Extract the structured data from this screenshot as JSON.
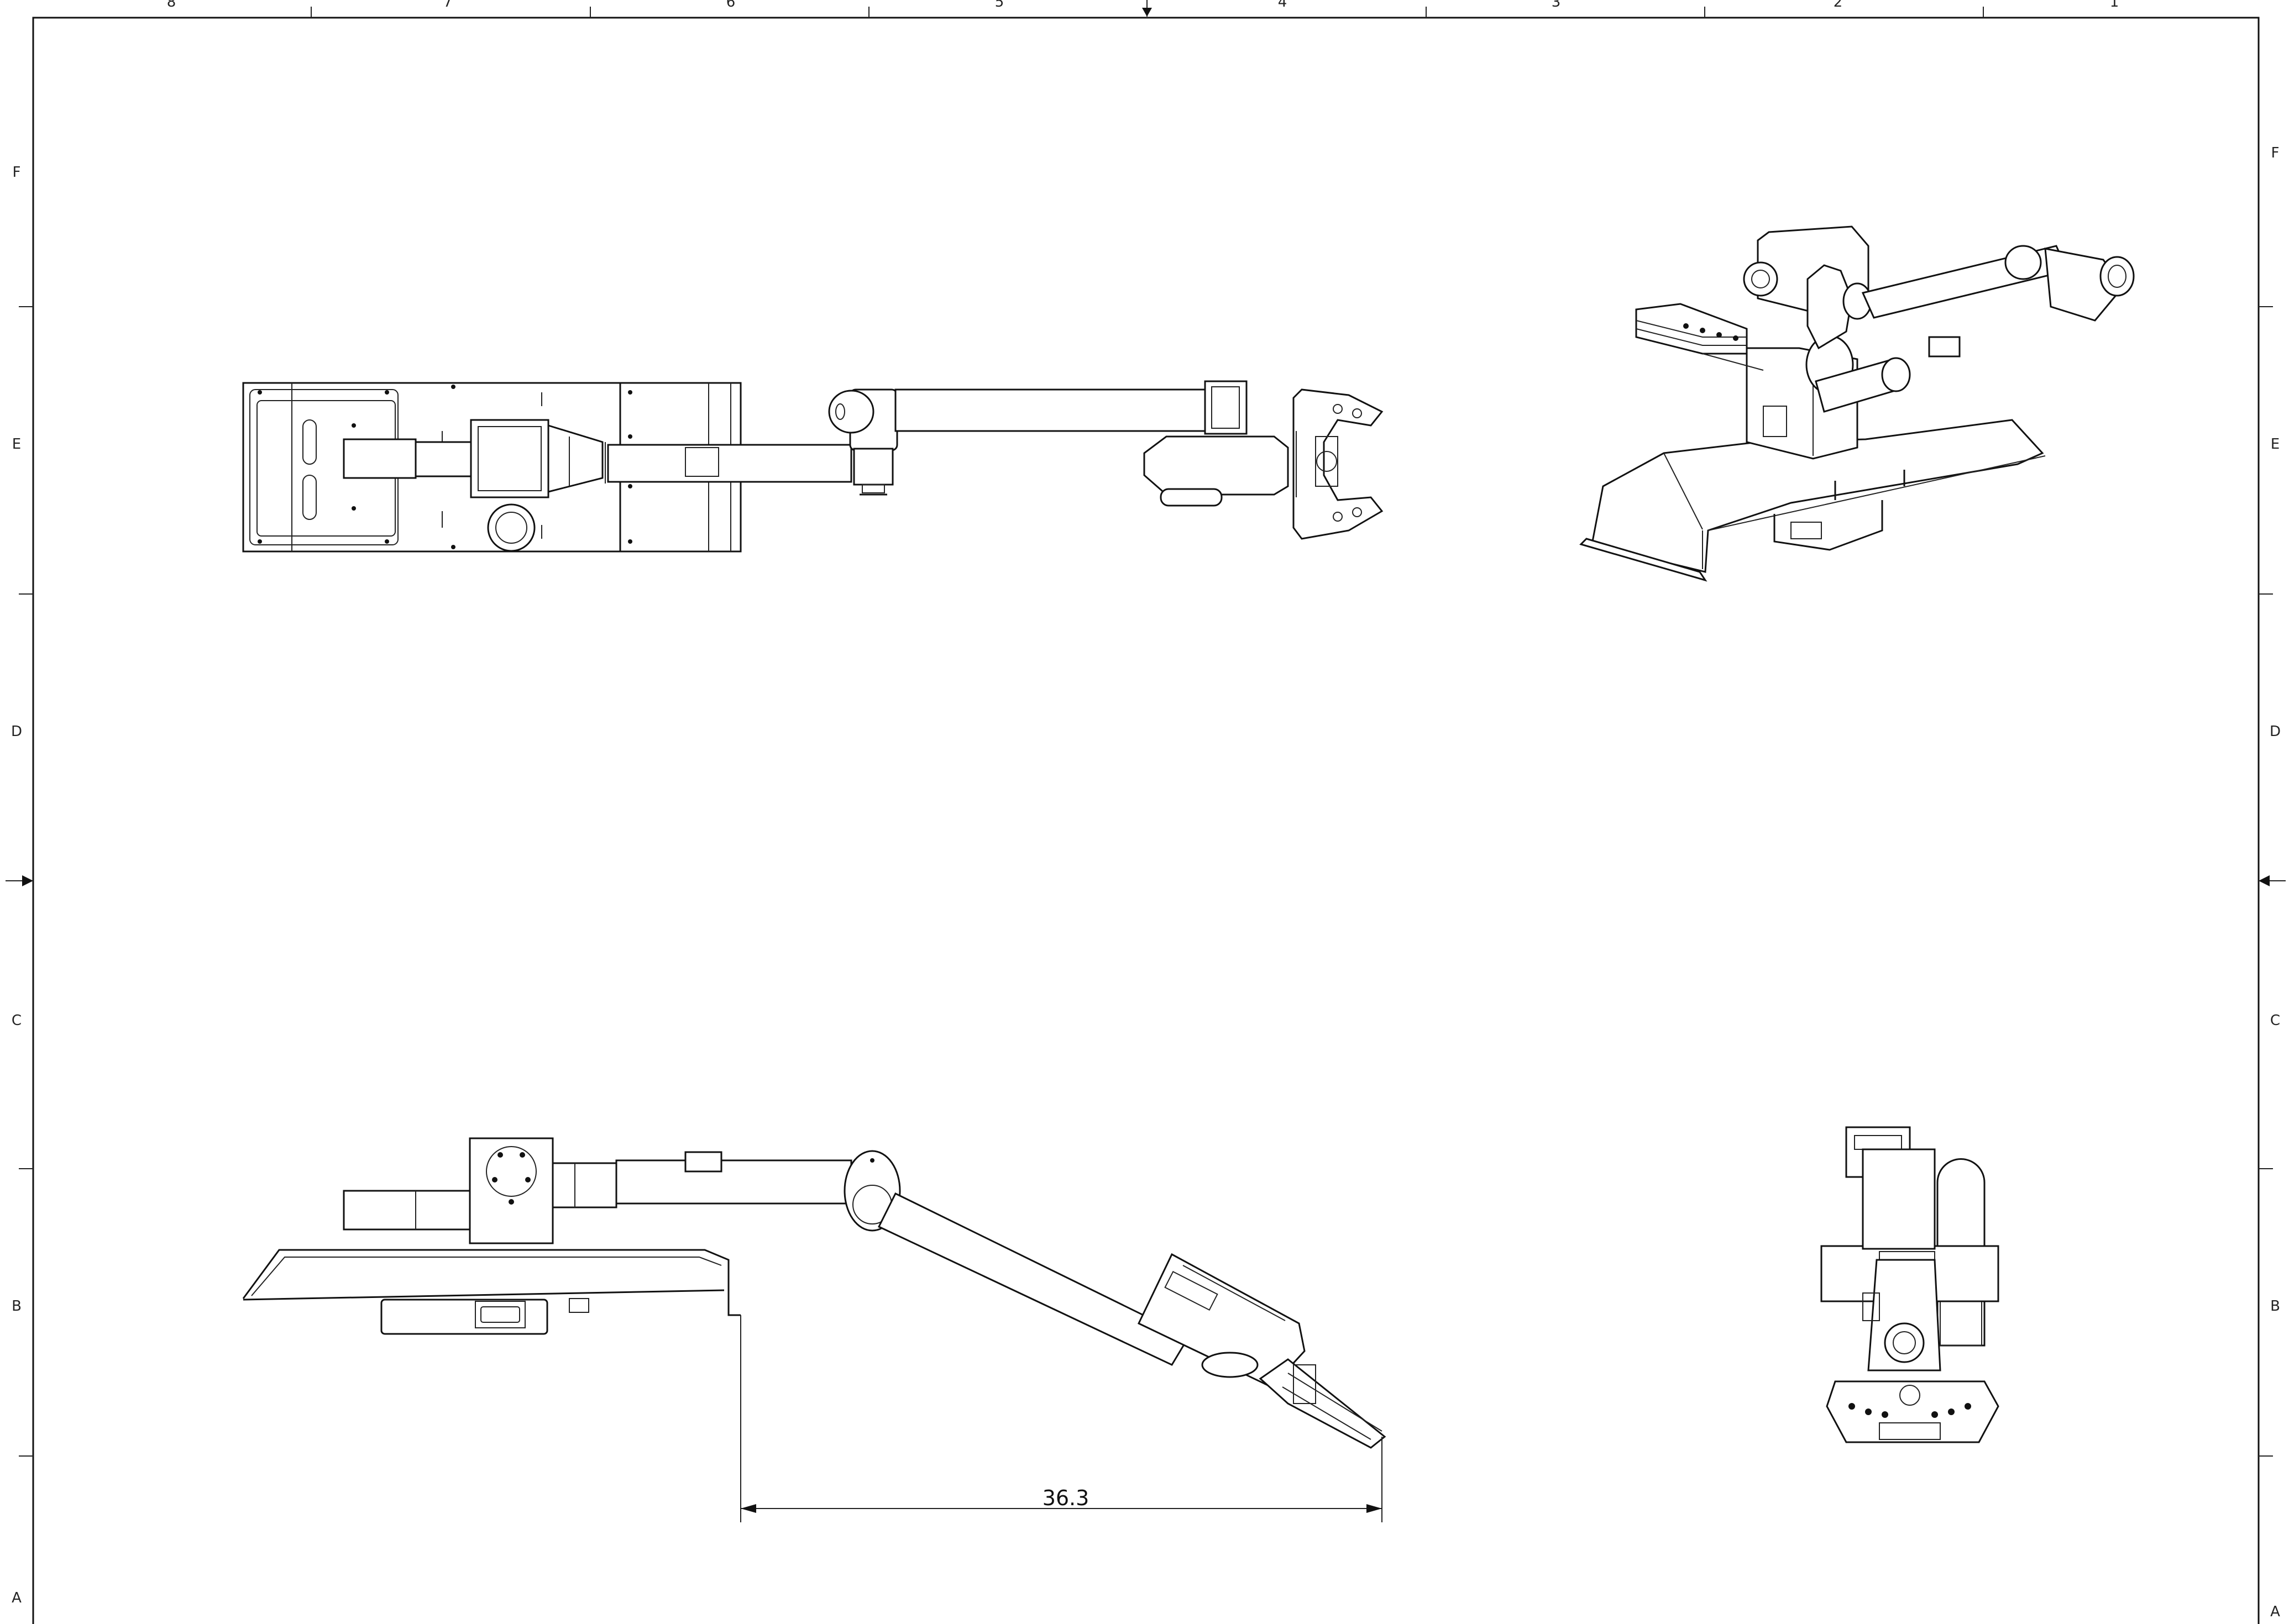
{
  "drawing": {
    "columns": [
      "8",
      "7",
      "6",
      "5",
      "4",
      "3",
      "2",
      "1"
    ],
    "rows": [
      "F",
      "E",
      "D",
      "C",
      "B",
      "A"
    ],
    "dimension_value": "36.3"
  },
  "colors": {
    "line": "#111111",
    "paper": "#ffffff"
  }
}
